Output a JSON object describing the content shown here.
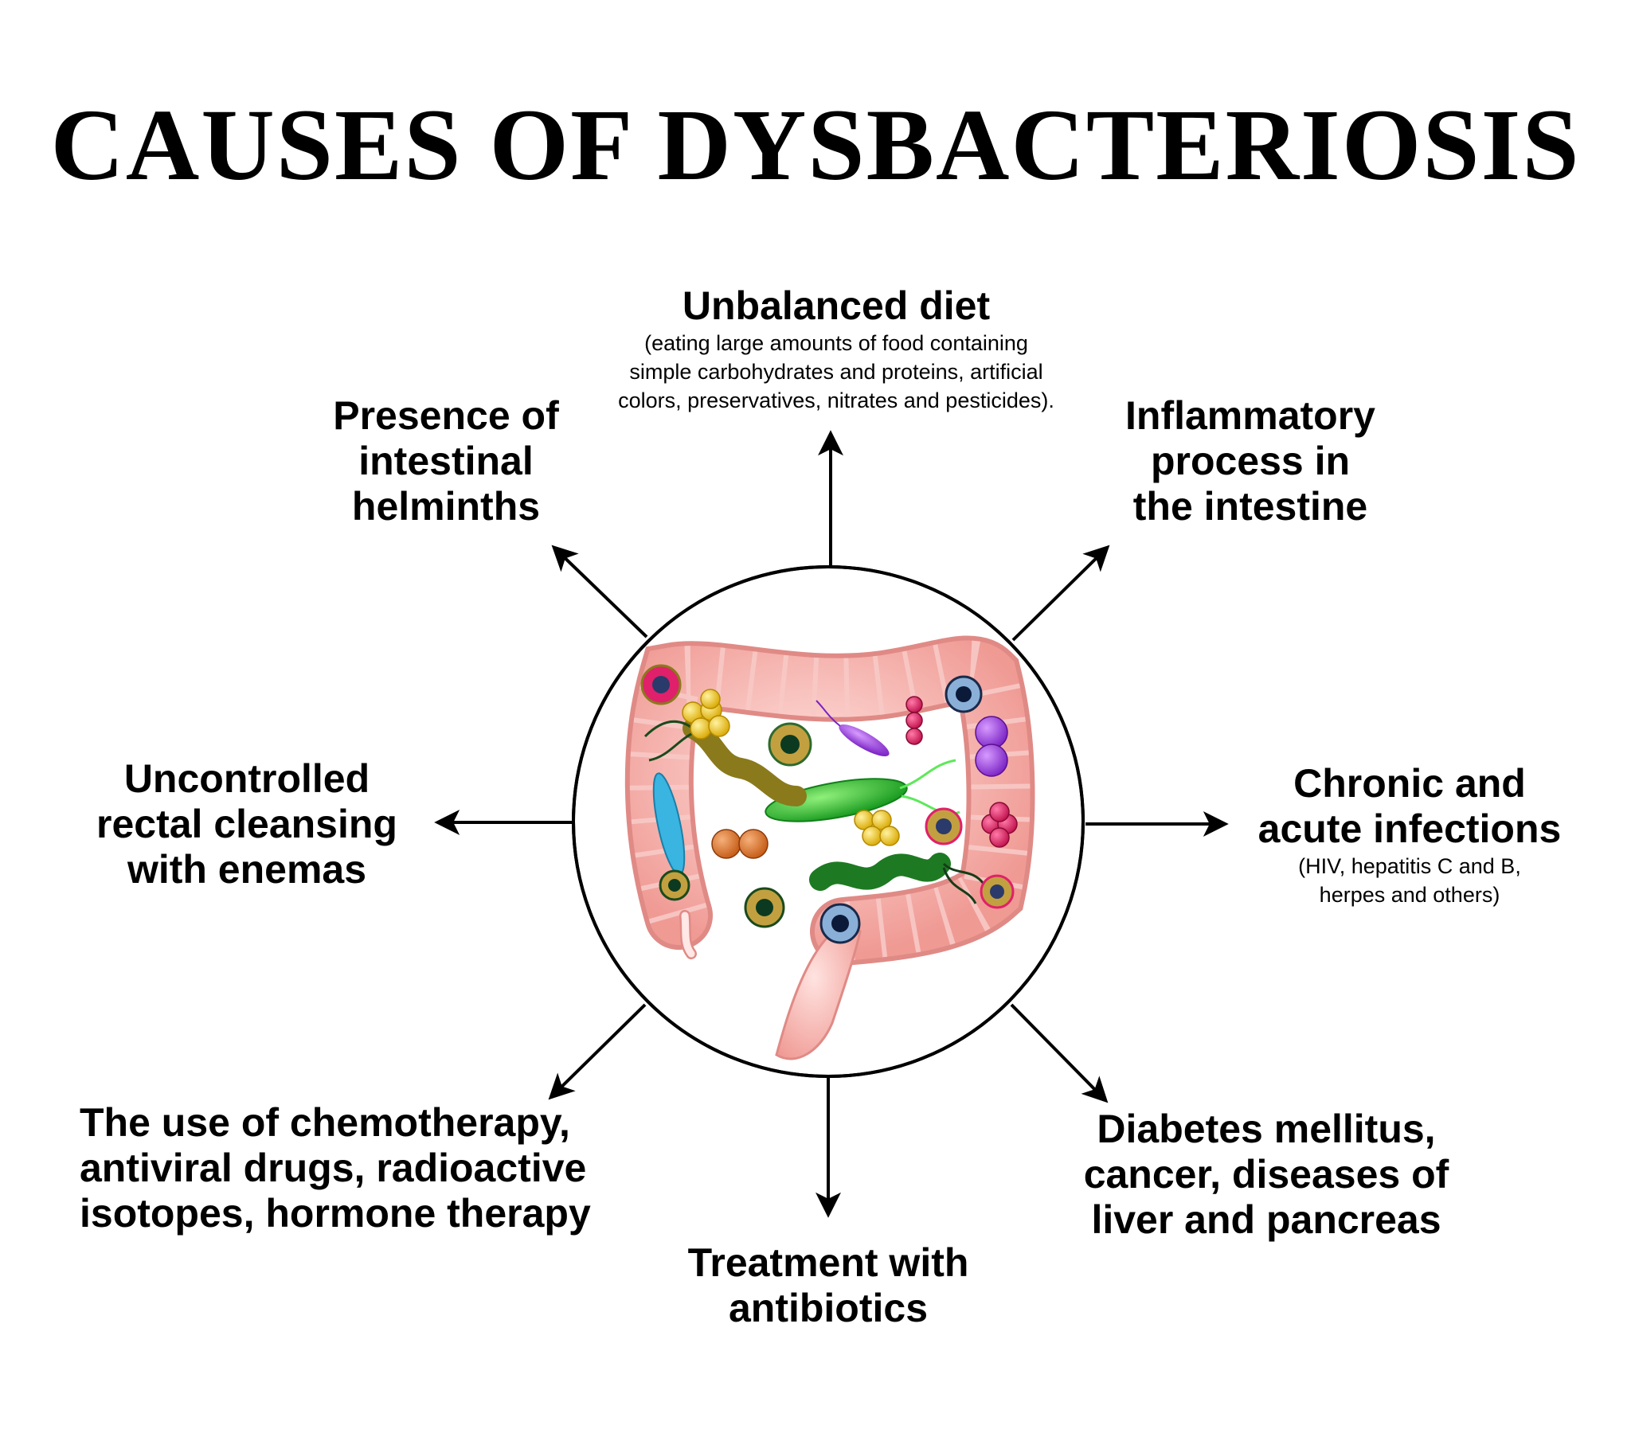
{
  "title": "CAUSES OF DYSBACTERIOSIS",
  "colors": {
    "ink": "#000000",
    "colon": "#f6b5b0",
    "colon_edge": "#e08a86",
    "green_bacterium": "#27c22d",
    "virus_ring": "#c2a040",
    "cocci_yellow": "#f2c617",
    "cocci_orange": "#e27a2a",
    "purple": "#8e3ad6",
    "magenta": "#e0206a",
    "blue_bacterium": "#3ab4e0"
  },
  "center": {
    "icon": "colon-with-microbes-icon"
  },
  "causes": [
    {
      "id": "unbalanced-diet",
      "heading": "Unbalanced diet",
      "detail": "(eating large amounts of food containing\nsimple carbohydrates and proteins, artificial\ncolors, preservatives, nitrates and pesticides)."
    },
    {
      "id": "inflammatory-process",
      "heading": "Inflammatory\nprocess in\nthe intestine",
      "detail": ""
    },
    {
      "id": "chronic-infections",
      "heading": "Chronic and\nacute infections",
      "detail": "(HIV, hepatitis C and B,\nherpes and others)"
    },
    {
      "id": "diabetes-cancer",
      "heading": "Diabetes mellitus,\ncancer, diseases of\nliver and pancreas",
      "detail": ""
    },
    {
      "id": "antibiotics",
      "heading": "Treatment with\nantibiotics",
      "detail": ""
    },
    {
      "id": "chemotherapy",
      "heading": "The use of chemotherapy,\nantiviral drugs, radioactive\nisotopes, hormone therapy",
      "detail": ""
    },
    {
      "id": "rectal-cleansing",
      "heading": "Uncontrolled\nrectal cleansing\nwith enemas",
      "detail": ""
    },
    {
      "id": "helminths",
      "heading": "Presence of\nintestinal\nhelminths",
      "detail": ""
    }
  ]
}
